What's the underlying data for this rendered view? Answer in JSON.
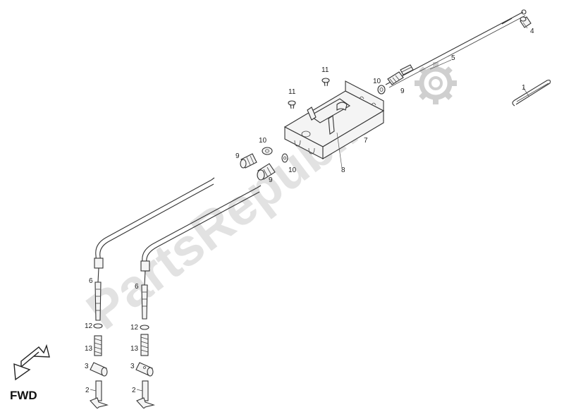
{
  "watermark": {
    "text": "PartsRepublik"
  },
  "fwd": {
    "label": "FWD"
  },
  "callouts": {
    "p1": "1",
    "p2a": "2",
    "p2b": "2",
    "p3a": "3",
    "p3b": "3",
    "p4": "4",
    "p5": "5",
    "p6a": "6",
    "p6b": "6",
    "p7": "7",
    "p8": "8",
    "p9a": "9",
    "p9b": "9",
    "p9c": "9",
    "p10a": "10",
    "p10b": "10",
    "p10c": "10",
    "p11a": "11",
    "p11b": "11",
    "p12a": "12",
    "p12b": "12",
    "p13a": "13",
    "p13b": "13"
  },
  "icons": {
    "watermark_logo": "gear-icon",
    "direction": "arrow-down-left-icon"
  }
}
